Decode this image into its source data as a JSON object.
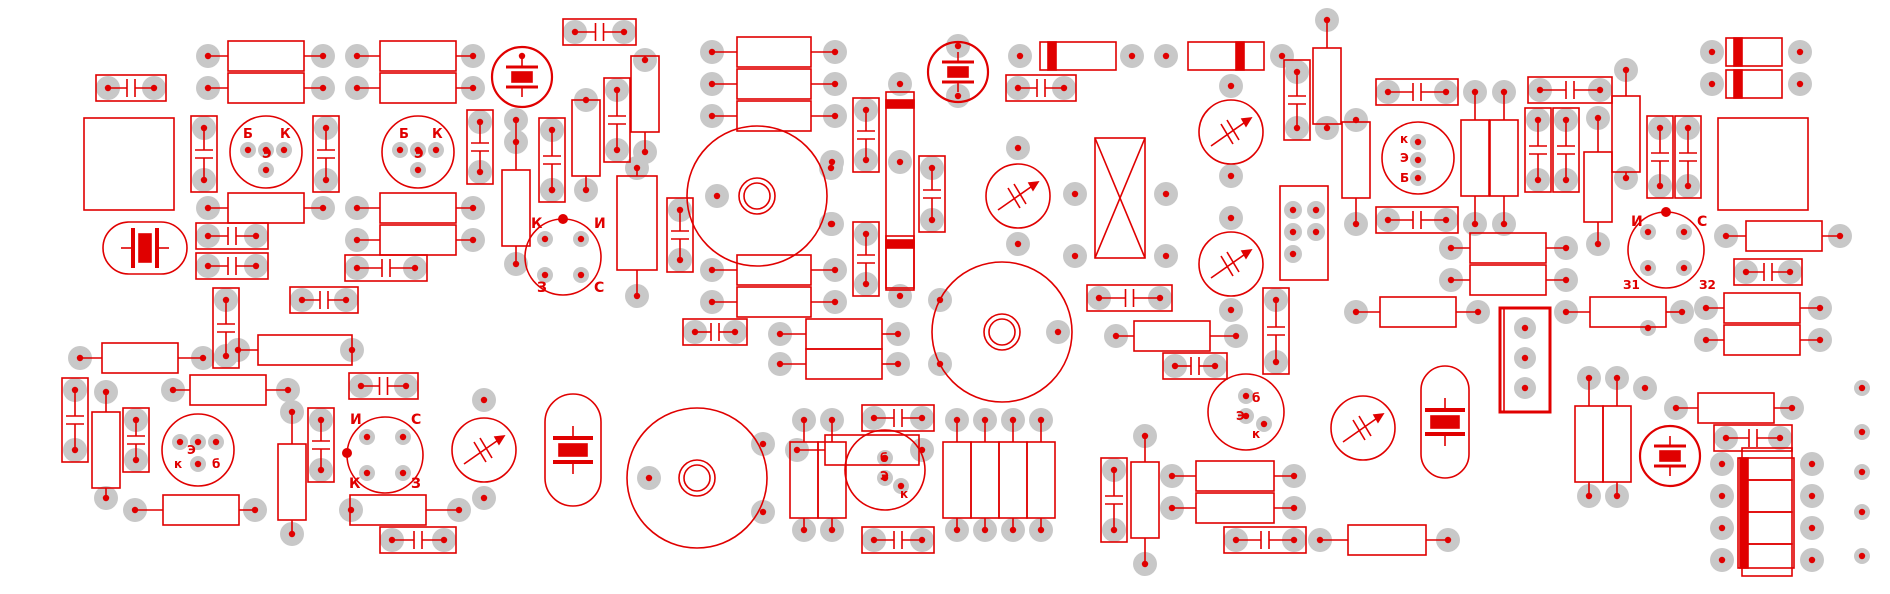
{
  "colors": {
    "outline": "#e00000",
    "pad": "#c8c8c8",
    "hole": "#e00000",
    "background": "#ffffff"
  },
  "labels": {
    "b": "Б",
    "k": "К",
    "e": "Э",
    "i": "И",
    "s": "С",
    "z": "З",
    "k_lower": "к",
    "b_lower": "б",
    "z1": "З1",
    "z2": "З2"
  },
  "components": {
    "resistors": "resistor",
    "capacitors": "capacitor",
    "transistors": "transistor",
    "trimmers": "trimmer",
    "crystals": "crystal",
    "coils": "coil"
  }
}
